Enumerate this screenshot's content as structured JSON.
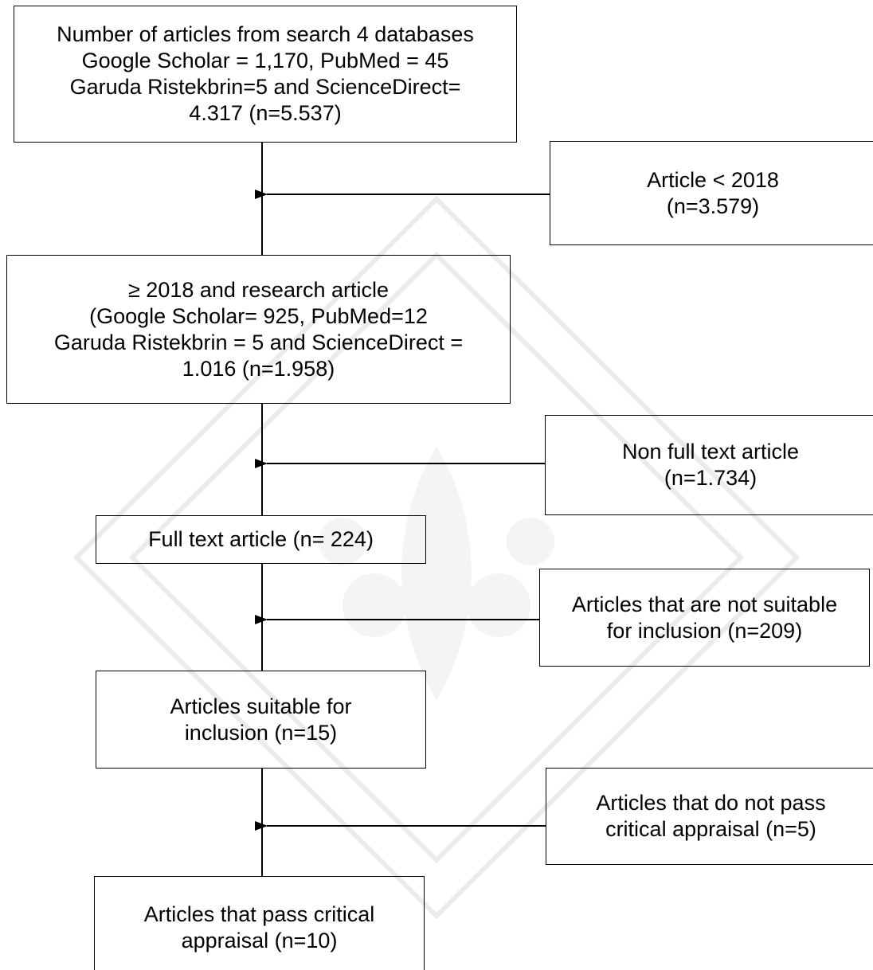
{
  "flowchart": {
    "search": {
      "lines": [
        "Number of articles from search 4 databases",
        "Google Scholar = 1,170, PubMed = 45",
        "Garuda Ristekbrin=5 and ScienceDirect=",
        "4.317 (n=5.537)"
      ]
    },
    "exclude_before_2018": {
      "lines": [
        "Article < 2018",
        "(n=3.579)"
      ]
    },
    "research_articles": {
      "lines": [
        "≥ 2018 and research article",
        "(Google Scholar= 925, PubMed=12",
        "Garuda Ristekbrin = 5 and ScienceDirect =",
        "1.016 (n=1.958)"
      ]
    },
    "exclude_non_full_text": {
      "lines": [
        "Non full text article",
        "(n=1.734)"
      ]
    },
    "full_text": {
      "lines": [
        "Full text article (n= 224)"
      ]
    },
    "exclude_not_suitable": {
      "lines": [
        "Articles that are not suitable",
        "for inclusion (n=209)"
      ]
    },
    "suitable": {
      "lines": [
        "Articles suitable for",
        "inclusion (n=15)"
      ]
    },
    "exclude_fail_appraisal": {
      "lines": [
        "Articles that do not pass",
        "critical appraisal (n=5)"
      ]
    },
    "pass_appraisal": {
      "lines": [
        "Articles that pass critical",
        "appraisal (n=10)"
      ]
    }
  },
  "colors": {
    "line": "#000000",
    "text": "#000000",
    "background": "#ffffff",
    "watermark": "#e6e6e6"
  }
}
